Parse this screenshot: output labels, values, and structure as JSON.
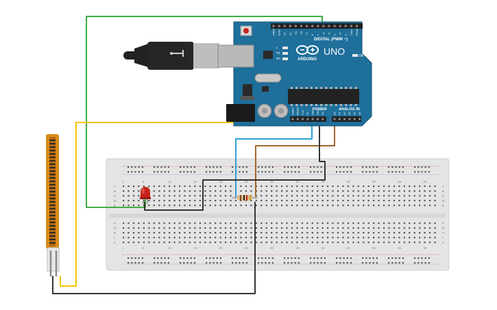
{
  "board": {
    "model": "UNO",
    "brand": "ARDUINO",
    "digital_header": "DIGITAL (PWM ~)",
    "power_header": "POWER",
    "analog_header": "ANALOG IN",
    "on_label": "ON",
    "led_labels": [
      "L",
      "TX",
      "RX"
    ],
    "pin_labels_digital": [
      "AREF",
      "GND",
      "13",
      "12",
      "~11",
      "~10",
      "~9",
      "8",
      "7",
      "~6",
      "~5",
      "4",
      "~3",
      "2",
      "TX▸1",
      "RX◂0"
    ],
    "pin_labels_power": [
      "IOREF",
      "RESET",
      "3.3V",
      "5V",
      "GND",
      "GND",
      "Vin"
    ],
    "pin_labels_analog": [
      "A0",
      "A1",
      "A2",
      "A3",
      "A4",
      "A5"
    ]
  },
  "breadboard": {
    "row_letters_top": [
      "A",
      "B",
      "C",
      "D",
      "E"
    ],
    "row_letters_bottom": [
      "F",
      "G",
      "H",
      "I",
      "J"
    ],
    "column_numbers": [
      "1",
      "5",
      "10",
      "15",
      "20",
      "25",
      "30",
      "35",
      "40",
      "45",
      "50",
      "55",
      "60"
    ]
  },
  "colors": {
    "wire_green": "#3fae3f",
    "wire_yellow": "#f2c400",
    "wire_blue": "#2f9fd8",
    "wire_brown": "#a0652a",
    "wire_black": "#333333",
    "arduino_body": "#1e6f9a",
    "led_red": "#c8231a",
    "flex_sensor": "#d98a1a"
  }
}
